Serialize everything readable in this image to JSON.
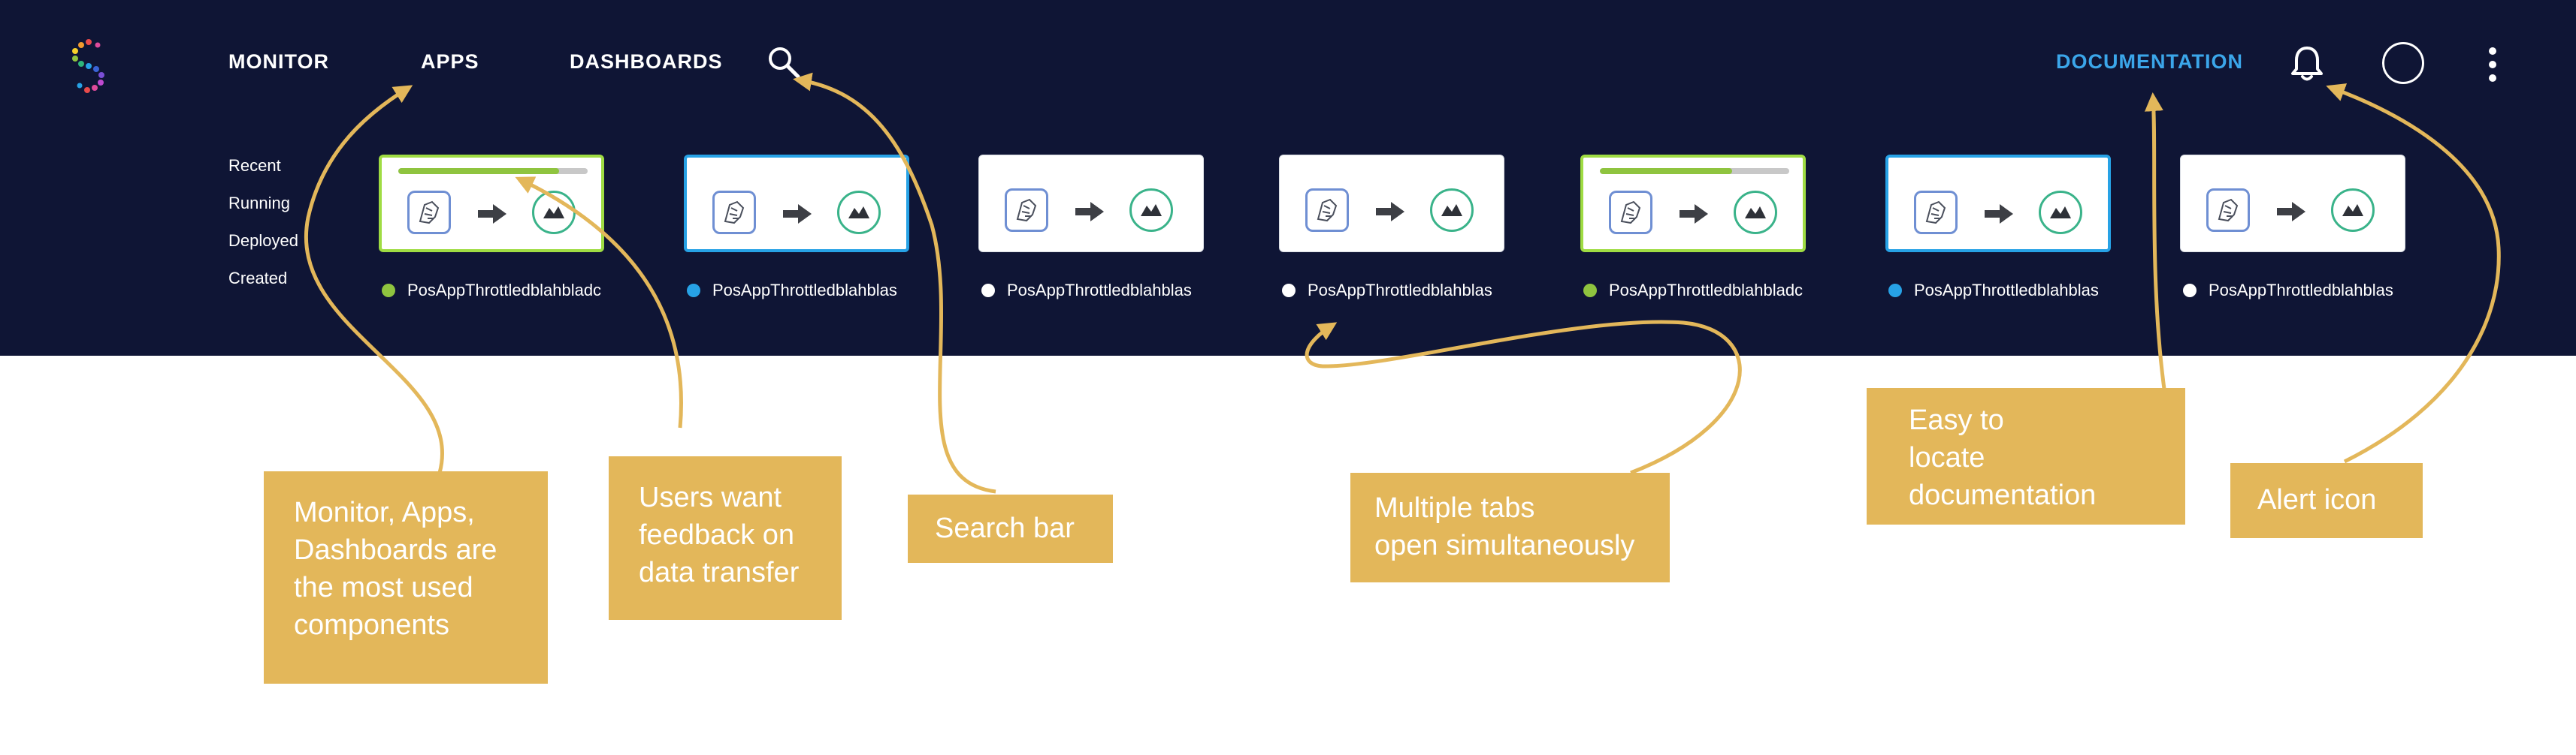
{
  "nav": {
    "links": [
      "MONITOR",
      "APPS",
      "DASHBOARDS"
    ],
    "documentation": "DOCUMENTATION"
  },
  "icons": {
    "logo": "logo-s-dots",
    "search": "search-icon",
    "bell": "bell-icon",
    "avatar": "avatar-circle",
    "more": "kebab-menu-icon"
  },
  "status_labels": [
    "Recent",
    "Running",
    "Deployed",
    "Created"
  ],
  "app_tabs": [
    {
      "name": "PosAppThrottledblahbladc",
      "status_color": "#8fc43f",
      "border": "green",
      "progress": 0.85
    },
    {
      "name": "PosAppThrottledblahblas",
      "status_color": "#27a2e6",
      "border": "blue",
      "progress": null
    },
    {
      "name": "PosAppThrottledblahblas",
      "status_color": "#ffffff",
      "border": "plain",
      "progress": null
    },
    {
      "name": "PosAppThrottledblahblas",
      "status_color": "#ffffff",
      "border": "plain",
      "progress": null
    },
    {
      "name": "PosAppThrottledblahbladc",
      "status_color": "#8fc43f",
      "border": "green",
      "progress": 0.7
    },
    {
      "name": "PosAppThrottledblahblas",
      "status_color": "#27a2e6",
      "border": "blue",
      "progress": null
    },
    {
      "name": "PosAppThrottledblahblas",
      "status_color": "#ffffff",
      "border": "plain",
      "progress": null
    }
  ],
  "callouts": {
    "monitor": "Monitor, Apps,\nDashboards are\nthe most used\ncomponents",
    "feedback": "Users want\nfeedback on\ndata transfer",
    "search": "Search bar",
    "tabs": "Multiple tabs\nopen simultaneously",
    "documentation": "Easy to\nlocate\ndocumentation",
    "alert": "Alert icon"
  },
  "colors": {
    "navbar": "#0f1535",
    "callout": "#e3b75a",
    "documentation_link": "#3ba6ea",
    "running_green": "#8fc43f",
    "deployed_blue": "#27a2e6"
  }
}
